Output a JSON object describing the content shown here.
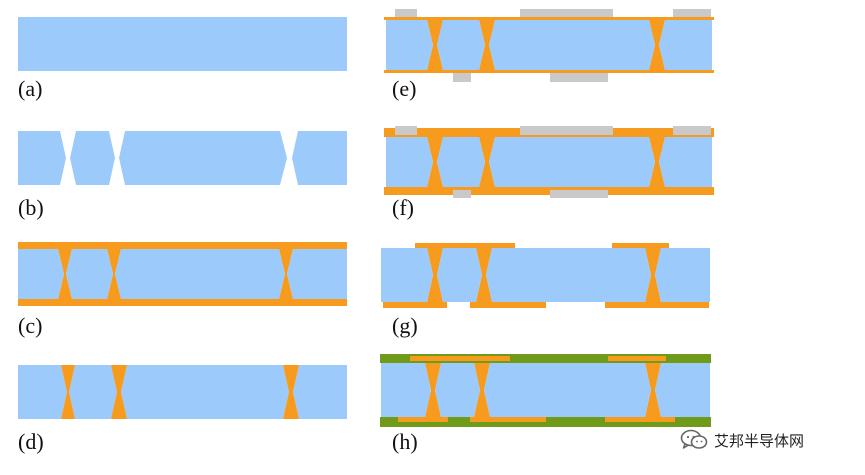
{
  "panels": [
    {
      "id": "a",
      "label": "(a)"
    },
    {
      "id": "b",
      "label": "(b)"
    },
    {
      "id": "c",
      "label": "(c)"
    },
    {
      "id": "d",
      "label": "(d)"
    },
    {
      "id": "e",
      "label": "(e)"
    },
    {
      "id": "f",
      "label": "(f)"
    },
    {
      "id": "g",
      "label": "(g)"
    },
    {
      "id": "h",
      "label": "(h)"
    }
  ],
  "watermark": {
    "text": "艾邦半导体网",
    "icon": "wechat-icon"
  },
  "colors": {
    "substrate": "#9ccbfb",
    "copper": "#f79b1e",
    "resist": "#c9c9c9",
    "solder_mask": "#6f9a1a"
  }
}
